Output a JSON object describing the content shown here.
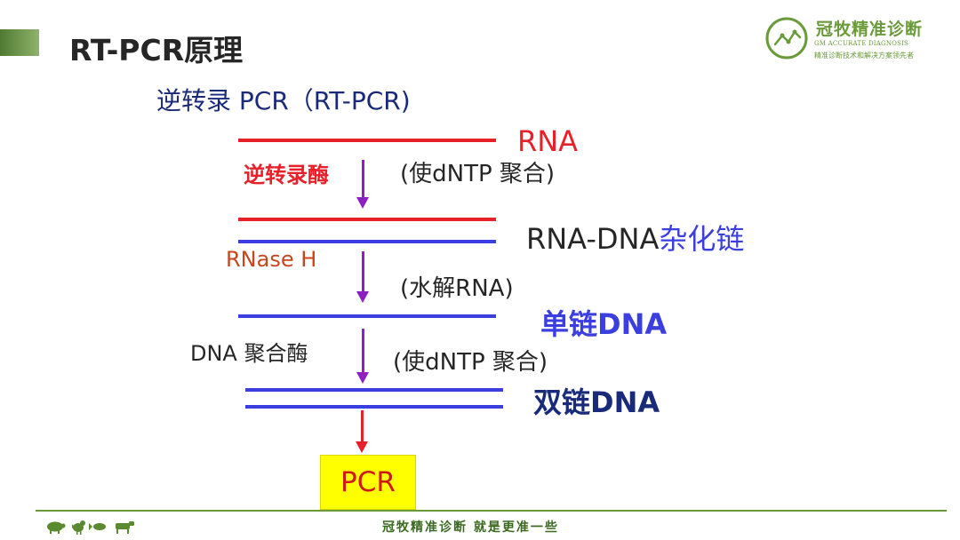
{
  "header": {
    "title": "RT-PCR原理",
    "logo": {
      "name": "冠牧精准诊断",
      "english": "GM ACCURATE DIAGNOSIS",
      "tagline": "精准诊断技术和解决方案领先者",
      "color": "#6a9a3a"
    }
  },
  "diagram": {
    "subtitle": "逆转录 PCR（RT-PCR)",
    "steps": [
      {
        "product": "RNA",
        "enzyme": "逆转录酶",
        "note": "(使dNTP 聚合)"
      },
      {
        "product_prefix": "RNA-DNA",
        "product_suffix": "杂化链",
        "enzyme": "RNase H",
        "note": "(水解RNA)"
      },
      {
        "product": "单链DNA",
        "enzyme": "DNA 聚合酶",
        "note": "(使dNTP 聚合)"
      },
      {
        "product": "双链DNA"
      }
    ],
    "final": "PCR",
    "colors": {
      "rna": "#e8202a",
      "dna": "#3b3fe0",
      "arrow": "#8e1fc0",
      "highlight": "#ffff00"
    }
  },
  "footer": {
    "slogan": "冠牧精准诊断  就是更准一些",
    "icons": [
      "pig-icon",
      "chicken-icon",
      "fish-icon",
      "cow-icon"
    ]
  }
}
